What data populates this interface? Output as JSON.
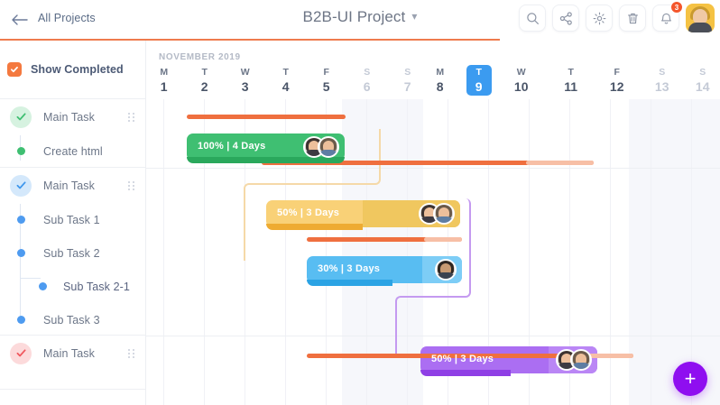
{
  "topbar": {
    "back_icon": "arrow-left-icon",
    "back_label": "All Projects",
    "project_title": "B2B-UI Project",
    "title_chevron": "chevron-down-icon",
    "icons": [
      {
        "name": "search-icon",
        "glyph": "search"
      },
      {
        "name": "share-icon",
        "glyph": "share"
      },
      {
        "name": "gear-icon",
        "glyph": "gear"
      },
      {
        "name": "trash-icon",
        "glyph": "trash"
      },
      {
        "name": "bell-icon",
        "glyph": "bell",
        "badge": "3"
      }
    ],
    "avatar_name": "user-avatar",
    "accent_color": "#ef7b4d"
  },
  "sidebar": {
    "show_completed_label": "Show Completed",
    "show_completed_checked": true,
    "checkbox_color": "#f4793f",
    "groups": [
      {
        "rows": [
          {
            "label": "Main Task",
            "kind": "main",
            "color": "green",
            "drag": true
          },
          {
            "label": "Create html",
            "kind": "sub",
            "color": "green",
            "indent": 0
          }
        ]
      },
      {
        "rows": [
          {
            "label": "Main Task",
            "kind": "main",
            "color": "blue",
            "drag": true
          },
          {
            "label": "Sub Task 1",
            "kind": "sub",
            "color": "blue",
            "indent": 0
          },
          {
            "label": "Sub Task 2",
            "kind": "sub",
            "color": "blue",
            "indent": 0
          },
          {
            "label": "Sub Task 2-1",
            "kind": "sub",
            "color": "blue",
            "indent": 1
          },
          {
            "label": "Sub Task 3",
            "kind": "sub",
            "color": "blue",
            "indent": 0
          }
        ]
      },
      {
        "rows": [
          {
            "label": "Main Task",
            "kind": "main",
            "color": "red",
            "drag": true
          }
        ]
      }
    ]
  },
  "timeline": {
    "month_label": "NOVEMBER 2019",
    "today_index": 8,
    "days": [
      {
        "dow": "M",
        "num": "1",
        "weekend": false
      },
      {
        "dow": "T",
        "num": "2",
        "weekend": false
      },
      {
        "dow": "W",
        "num": "3",
        "weekend": false
      },
      {
        "dow": "T",
        "num": "4",
        "weekend": false
      },
      {
        "dow": "F",
        "num": "5",
        "weekend": false
      },
      {
        "dow": "S",
        "num": "6",
        "weekend": true
      },
      {
        "dow": "S",
        "num": "7",
        "weekend": true
      },
      {
        "dow": "M",
        "num": "8",
        "weekend": false
      },
      {
        "dow": "T",
        "num": "9",
        "weekend": false
      },
      {
        "dow": "W",
        "num": "10",
        "weekend": false
      },
      {
        "dow": "T",
        "num": "11",
        "weekend": false
      },
      {
        "dow": "F",
        "num": "12",
        "weekend": false
      },
      {
        "dow": "S",
        "num": "13",
        "weekend": true
      },
      {
        "dow": "S",
        "num": "14",
        "weekend": true
      }
    ],
    "bars": [
      {
        "id": "summary-1",
        "type": "summary",
        "label": "",
        "row": 0
      },
      {
        "id": "task-create-html",
        "type": "task",
        "label": "100% | 4 Days",
        "color": "#3fbf72",
        "progress_color": "#2aa85c",
        "shade_color": "#3fbf72",
        "percent": 100,
        "days": 4,
        "avatars": 2
      },
      {
        "id": "summary-2",
        "type": "summary",
        "label": "",
        "row": 2
      },
      {
        "id": "task-sub-1",
        "type": "task",
        "label": "50% | 3 Days",
        "color": "#f9d177",
        "progress_color": "#eeab32",
        "shade_color": "#f0c75f",
        "percent": 50,
        "days": 3,
        "avatars": 2
      },
      {
        "id": "summary-3",
        "type": "summary",
        "label": "",
        "row": 4
      },
      {
        "id": "task-sub-2",
        "type": "task",
        "label": "30% | 3 Days",
        "color": "#58bdf2",
        "progress_color": "#2ba3e4",
        "shade_color": "#58bdf2",
        "percent": 30,
        "days": 3,
        "avatars": 1
      },
      {
        "id": "task-sub-3",
        "type": "task",
        "label": "50% | 3 Days",
        "color": "#ab6ef2",
        "progress_color": "#8f3fe5",
        "shade_color": "#ab6ef2",
        "percent": 50,
        "days": 3,
        "avatars": 2
      },
      {
        "id": "summary-4",
        "type": "summary",
        "label": "",
        "row": 7
      }
    ],
    "fab_label": "+",
    "fab_color": "#8f0ef0"
  }
}
